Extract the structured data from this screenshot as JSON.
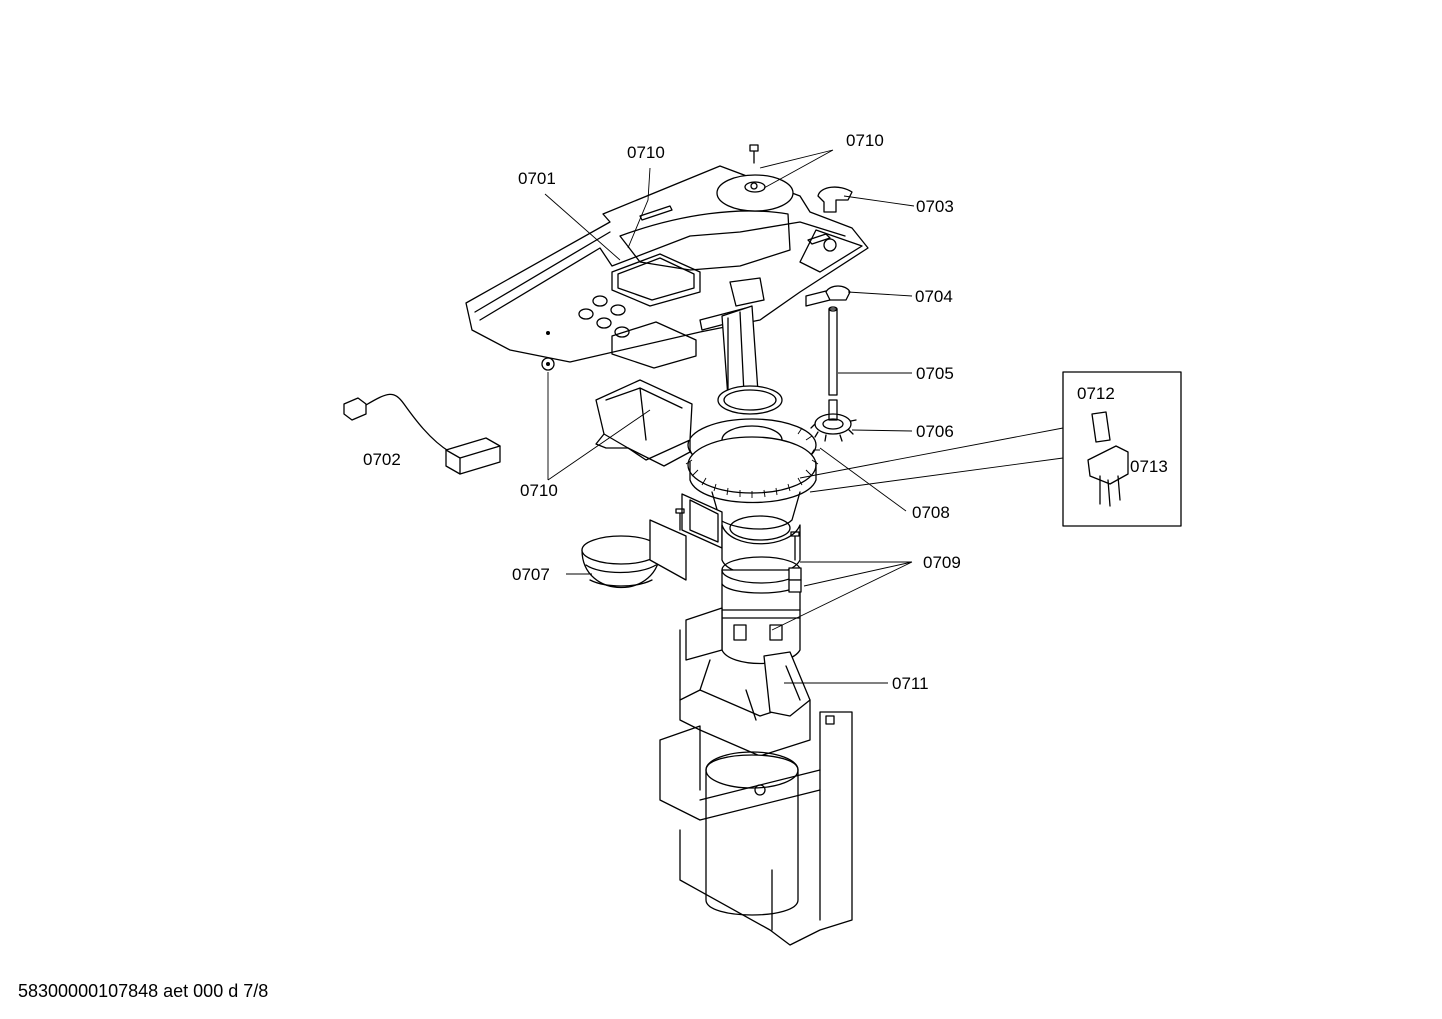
{
  "diagram": {
    "part_labels": {
      "p0701": "0701",
      "p0702": "0702",
      "p0703": "0703",
      "p0704": "0704",
      "p0705": "0705",
      "p0706": "0706",
      "p0707": "0707",
      "p0708": "0708",
      "p0709": "0709",
      "p0710_top_left": "0710",
      "p0710_top_right": "0710",
      "p0710_lower": "0710",
      "p0711": "0711",
      "p0712": "0712",
      "p0713": "0713"
    },
    "footer_code": "58300000107848 aet 000 d 7/8",
    "line_color": "#000000",
    "background_color": "#ffffff"
  }
}
